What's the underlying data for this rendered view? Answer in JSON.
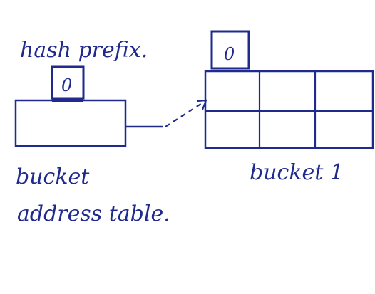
{
  "colors": {
    "ink": "#1f2a8c",
    "background": "#ffffff"
  },
  "labels": {
    "hash_prefix": "hash prefix.",
    "bucket_address_table_line1": "bucket",
    "bucket_address_table_line2": "address table.",
    "bucket_1": "bucket 1"
  },
  "boxes": {
    "table_prefix_value": "0",
    "bucket_prefix_value": "0"
  },
  "bucket_grid": {
    "rows": 2,
    "columns": 3
  }
}
